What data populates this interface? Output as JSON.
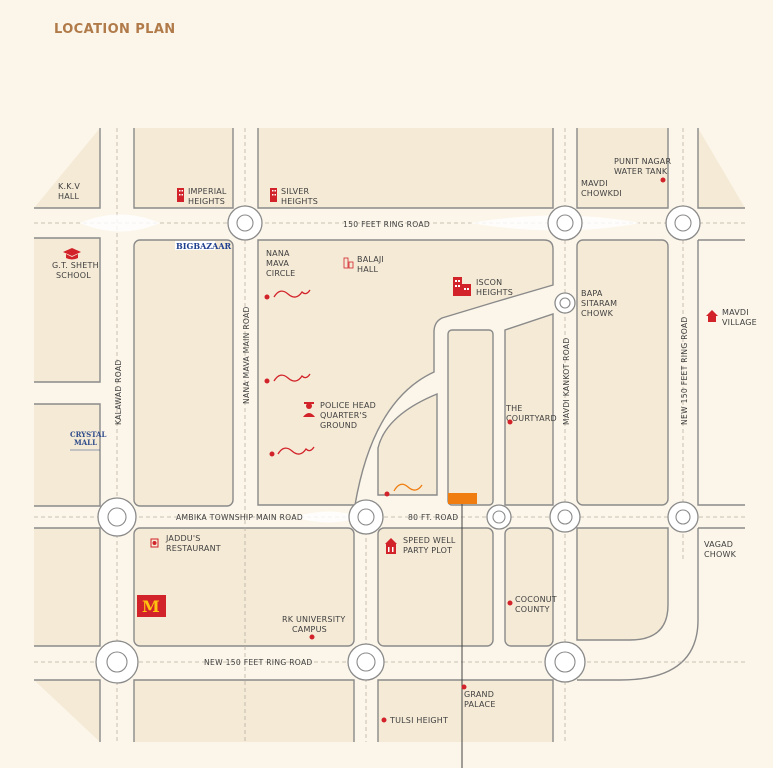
{
  "title": "LOCATION PLAN",
  "colors": {
    "background": "#fcf6ea",
    "block_fill": "#f5ead6",
    "outline": "#8a8a8a",
    "marker": "#d2232a",
    "site": "#ef7d10",
    "heading": "#b07a49"
  },
  "roads": {
    "ring_150": "150 FEET RING ROAD",
    "kalawad": "KALAWAD ROAD",
    "nana_mava": "NANA MAVA MAIN ROAD",
    "mavdi_kankot": "MAVDI KANKOT ROAD",
    "new_150_vertical": "NEW 150 FEET RING ROAD",
    "ambika": "AMBIKA TOWNSHIP MAIN ROAD",
    "road_80": "80 FT. ROAD",
    "new_150_horizontal": "NEW 150 FEET RING ROAD"
  },
  "places": {
    "kkv_hall": [
      "K.K.V",
      "HALL"
    ],
    "imperial_heights": [
      "IMPERIAL",
      "HEIGHTS"
    ],
    "silver_heights": [
      "SILVER",
      "HEIGHTS"
    ],
    "punit_nagar": [
      "PUNIT NAGAR",
      "WATER TANK"
    ],
    "mavdi_chowkdi": [
      "MAVDI",
      "CHOWKDI"
    ],
    "gt_sheth_school": [
      "G.T. SHETH",
      "SCHOOL"
    ],
    "big_bazaar": "BIGBAZAAR",
    "nana_mava_circle": [
      "NANA",
      "MAVA",
      "CIRCLE"
    ],
    "balaji_hall": [
      "BALAJI",
      "HALL"
    ],
    "iscon_heights": [
      "ISCON",
      "HEIGHTS"
    ],
    "bapa_sitaram_chowk": [
      "BAPA",
      "SITARAM",
      "CHOWK"
    ],
    "mavdi_village": [
      "MAVDI",
      "VILLAGE"
    ],
    "police_hq": [
      "POLICE HEAD",
      "QUARTER'S",
      "GROUND"
    ],
    "the_courtyard": [
      "THE",
      "COURTYARD"
    ],
    "crystal_mall": [
      "CRYSTAL",
      "MALL"
    ],
    "vagad_chowk": [
      "VAGAD",
      "CHOWK"
    ],
    "jaddus_restaurant": [
      "JADDU'S",
      "RESTAURANT"
    ],
    "speed_well": [
      "SPEED WELL",
      "PARTY PLOT"
    ],
    "coconut_county": [
      "COCONUT",
      "COUNTY"
    ],
    "mcdonalds": "M",
    "rk_university": [
      "RK UNIVERSITY",
      "CAMPUS"
    ],
    "grand_palace": [
      "GRAND",
      "PALACE"
    ],
    "tulsi_height": [
      "TULSI HEIGHT"
    ]
  },
  "icons": {
    "building": "building-icon",
    "school": "school-cap-icon",
    "house": "house-icon",
    "police": "police-icon",
    "restaurant": "restaurant-icon",
    "party_plot": "party-plot-icon",
    "site": "site-marker"
  }
}
